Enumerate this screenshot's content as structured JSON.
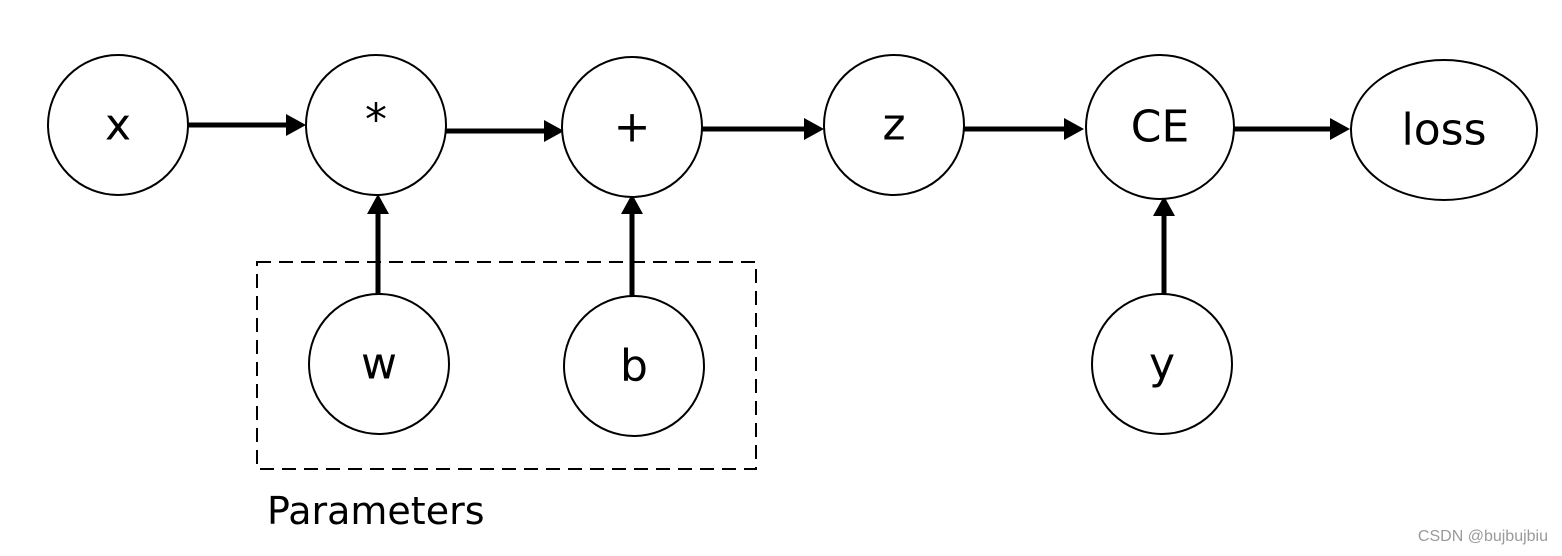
{
  "diagram": {
    "nodes": [
      {
        "id": "x",
        "label": "x"
      },
      {
        "id": "mul",
        "label": "*"
      },
      {
        "id": "add",
        "label": "+"
      },
      {
        "id": "z",
        "label": "z"
      },
      {
        "id": "ce",
        "label": "CE"
      },
      {
        "id": "loss",
        "label": "loss"
      },
      {
        "id": "w",
        "label": "w"
      },
      {
        "id": "b",
        "label": "b"
      },
      {
        "id": "y",
        "label": "y"
      }
    ],
    "edges": [
      {
        "from": "x",
        "to": "mul"
      },
      {
        "from": "mul",
        "to": "add"
      },
      {
        "from": "add",
        "to": "z"
      },
      {
        "from": "z",
        "to": "ce"
      },
      {
        "from": "ce",
        "to": "loss"
      },
      {
        "from": "w",
        "to": "mul"
      },
      {
        "from": "b",
        "to": "add"
      },
      {
        "from": "y",
        "to": "ce"
      }
    ],
    "group": {
      "label": "Parameters",
      "members": [
        "w",
        "b"
      ]
    }
  },
  "watermark": "CSDN @bujbujbiu"
}
